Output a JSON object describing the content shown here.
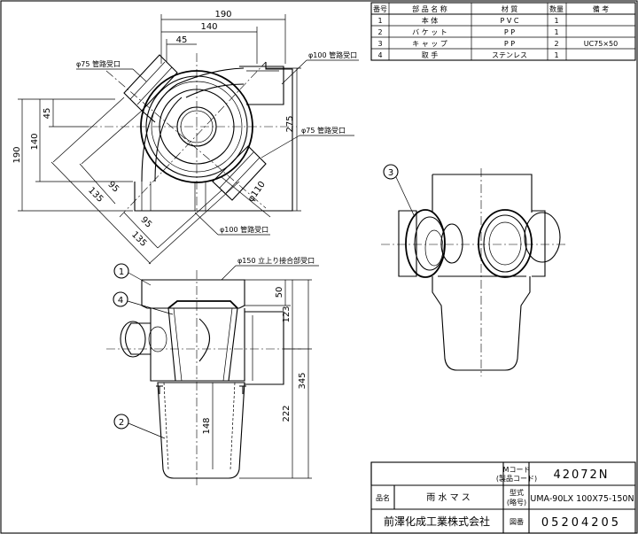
{
  "parts_table": {
    "headers": [
      "番号",
      "部 品 名 称",
      "材 質",
      "数量",
      "備 考"
    ],
    "rows": [
      [
        "1",
        "本 体",
        "P V C",
        "1",
        ""
      ],
      [
        "2",
        "バ ケ ッ ト",
        "P P",
        "1",
        ""
      ],
      [
        "3",
        "キ ャ ッ プ",
        "P P",
        "2",
        "UC75×50"
      ],
      [
        "4",
        "取 手",
        "ステンレス",
        "1",
        ""
      ]
    ]
  },
  "top_view": {
    "dims": {
      "d190": "190",
      "d140": "140",
      "d45": "45",
      "v275": "275",
      "v45": "45",
      "v140": "140",
      "v190": "190",
      "g135a": "135",
      "g95a": "95",
      "g95b": "95",
      "g135b": "135"
    },
    "notes": {
      "p75_left": "φ75 管路受口",
      "p100_top": "φ100 管路受口",
      "p75_right": "φ75 管路受口",
      "p110": "φ110",
      "p100_bottom": "φ100 管路受口"
    }
  },
  "front_view": {
    "dims": {
      "d50": "50",
      "d123": "123",
      "d345": "345",
      "d222": "222",
      "d148": "148"
    },
    "note_top": "φ150 立上り接合部受口",
    "balloons": [
      "1",
      "4",
      "2"
    ]
  },
  "side_view": {
    "balloons": [
      "3"
    ]
  },
  "title_block": {
    "mcode_label_1": "Mコード",
    "mcode_label_2": "(製品コード)",
    "mcode_value": "42072N",
    "name_label": "品名",
    "name_value": "雨 水 マ ス",
    "model_label_1": "型式",
    "model_label_2": "(略号)",
    "model_value": "UMA-90LX 100X75-150N",
    "company": "前澤化成工業株式会社",
    "drawing_label": "図番",
    "drawing_value": "05204205"
  }
}
